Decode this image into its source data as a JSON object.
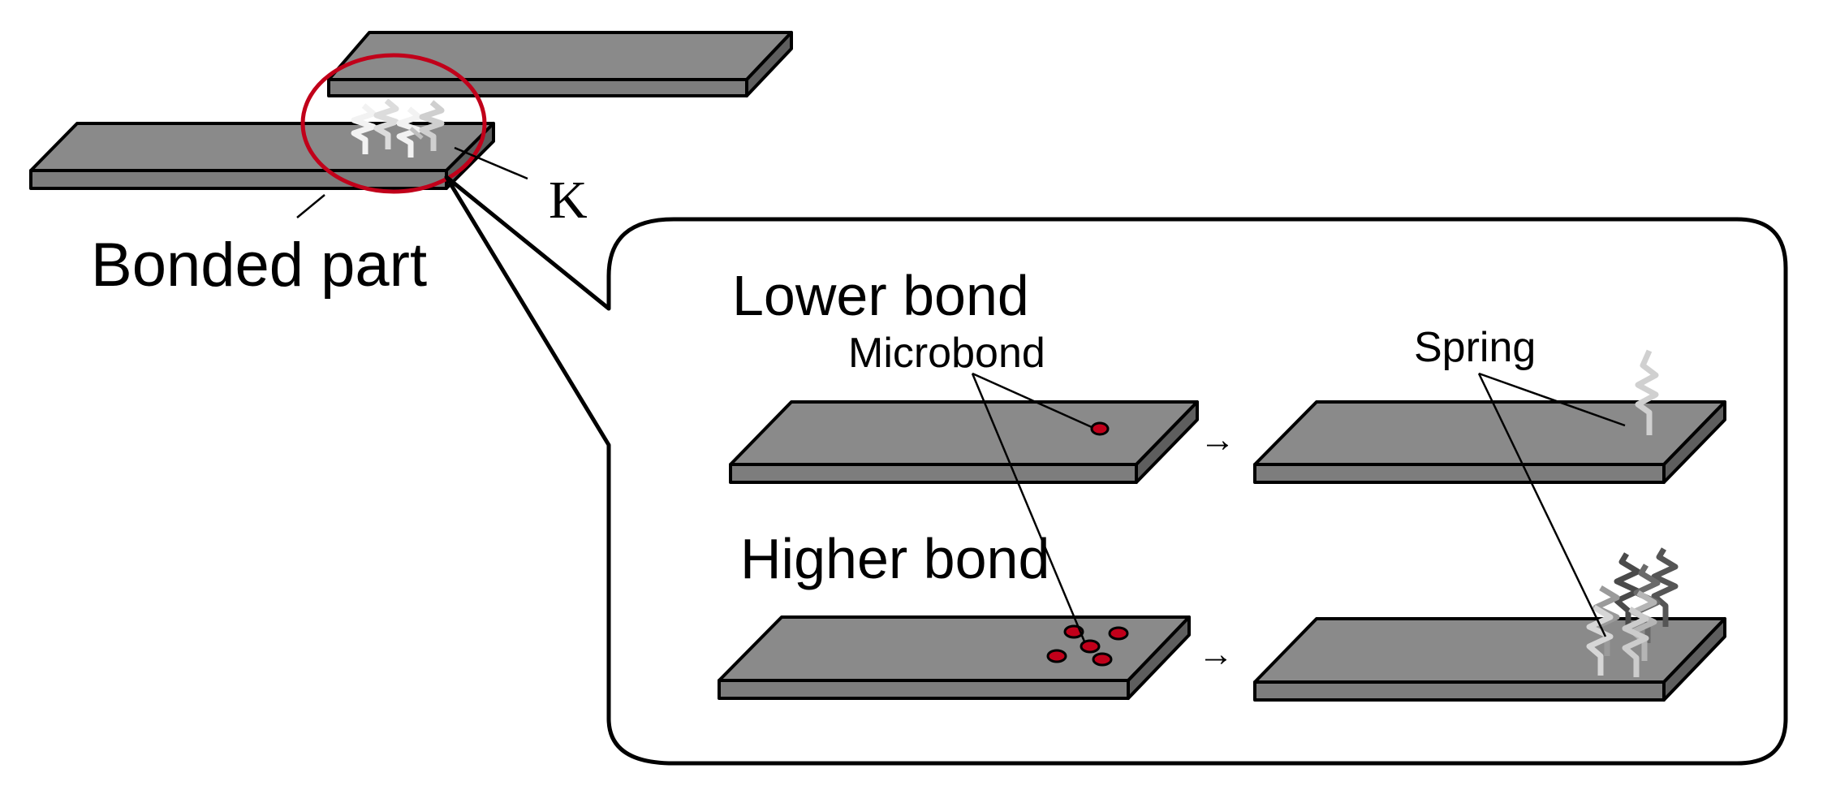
{
  "labels": {
    "bonded_part": "Bonded part",
    "k": "K",
    "lower_bond": "Lower bond",
    "microbond": "Microbond",
    "spring": "Spring",
    "higher_bond": "Higher bond",
    "arrow_top": "→",
    "arrow_bottom": "→"
  },
  "colors": {
    "plate": "#8a8a8a",
    "highlight_circle": "#c1001a",
    "microbond_dot": "#c1001a",
    "spring_light": "#d9d9d9",
    "spring_dark": "#4a4a4a"
  }
}
